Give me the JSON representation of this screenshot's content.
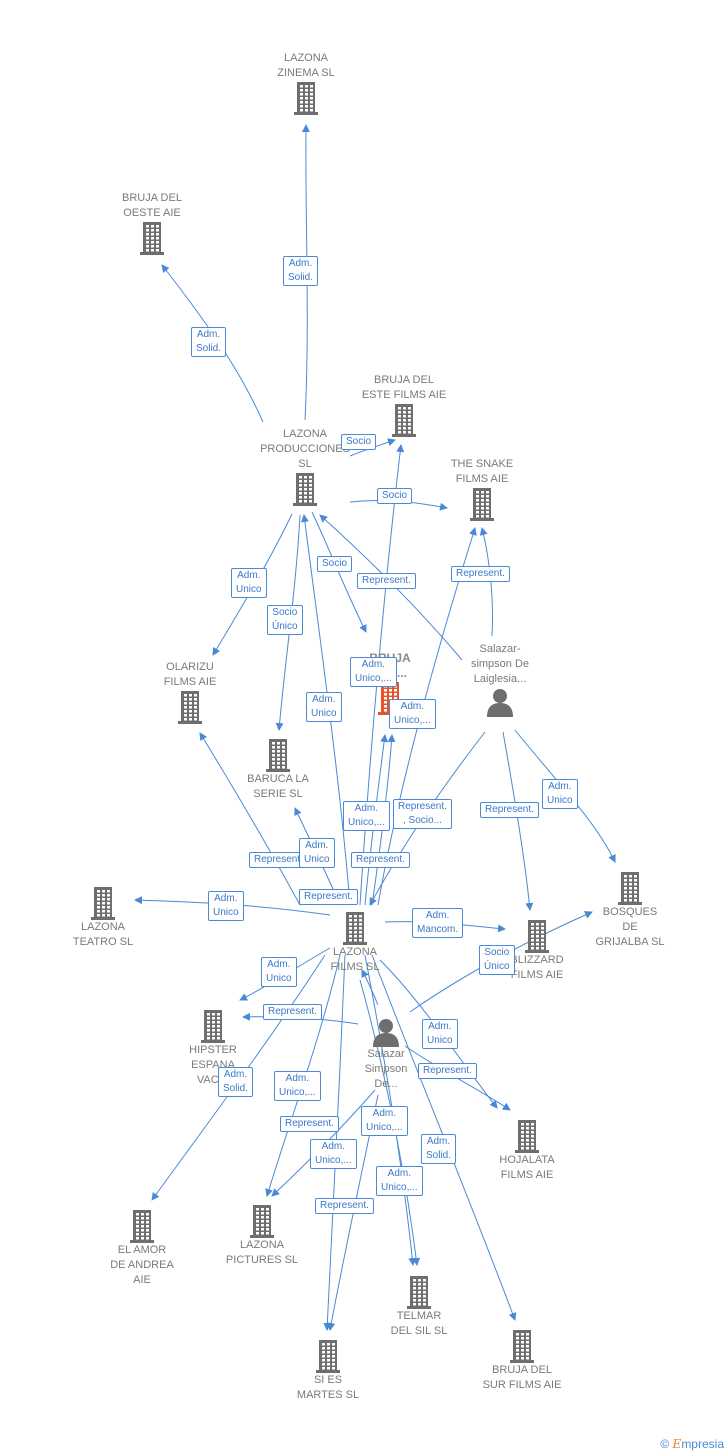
{
  "nodes": [
    {
      "id": "lazona_zinema",
      "lines": [
        "LAZONA",
        "ZINEMA  SL"
      ],
      "type": "company",
      "label_pos": "above"
    },
    {
      "id": "bruja_oeste",
      "lines": [
        "BRUJA DEL",
        "OESTE  AIE"
      ],
      "type": "company",
      "label_pos": "above"
    },
    {
      "id": "bruja_este",
      "lines": [
        "BRUJA DEL",
        "ESTE FILMS AIE"
      ],
      "type": "company",
      "label_pos": "above"
    },
    {
      "id": "lazona_producciones",
      "lines": [
        "LAZONA",
        "PRODUCCIONES",
        "SL"
      ],
      "type": "company",
      "label_pos": "above"
    },
    {
      "id": "snake",
      "lines": [
        "THE SNAKE",
        "FILMS AIE"
      ],
      "type": "company",
      "label_pos": "above"
    },
    {
      "id": "bruja_del",
      "lines": [
        "BRUJA",
        "DEL..."
      ],
      "type": "center",
      "label_pos": "above"
    },
    {
      "id": "salazar_laiglesia",
      "lines": [
        "Salazar-",
        "simpson De",
        "Laiglesia..."
      ],
      "type": "person",
      "label_pos": "above"
    },
    {
      "id": "olarizu",
      "lines": [
        "OLARIZU",
        "FILMS  AIE"
      ],
      "type": "company",
      "label_pos": "above"
    },
    {
      "id": "baruca",
      "lines": [
        "BARUCA LA",
        "SERIE  SL"
      ],
      "type": "company",
      "label_pos": "below"
    },
    {
      "id": "bosques",
      "lines": [
        "BOSQUES",
        "DE",
        "GRIJALBA SL"
      ],
      "type": "company",
      "label_pos": "below"
    },
    {
      "id": "lazona_teatro",
      "lines": [
        "LAZONA",
        "TEATRO  SL"
      ],
      "type": "company",
      "label_pos": "below"
    },
    {
      "id": "lazona_films",
      "lines": [
        "LAZONA",
        "FILMS SL"
      ],
      "type": "company",
      "label_pos": "below"
    },
    {
      "id": "blizzard",
      "lines": [
        "BLIZZARD",
        "FILMS  AIE"
      ],
      "type": "company",
      "label_pos": "below"
    },
    {
      "id": "hipster",
      "lines": [
        "HIPSTER",
        "ESPANA",
        "VACIA"
      ],
      "type": "company",
      "label_pos": "below"
    },
    {
      "id": "salazar_simpson",
      "lines": [
        "Salazar",
        "Simpson",
        "De..."
      ],
      "type": "person",
      "label_pos": "below"
    },
    {
      "id": "hojalata",
      "lines": [
        "HOJALATA",
        "FILMS AIE"
      ],
      "type": "company",
      "label_pos": "below"
    },
    {
      "id": "el_amor",
      "lines": [
        "EL AMOR",
        "DE ANDREA",
        "AIE"
      ],
      "type": "company",
      "label_pos": "below"
    },
    {
      "id": "lazona_pictures",
      "lines": [
        "LAZONA",
        "PICTURES  SL"
      ],
      "type": "company",
      "label_pos": "below"
    },
    {
      "id": "telmar",
      "lines": [
        "TELMAR",
        "DEL SIL  SL"
      ],
      "type": "company",
      "label_pos": "below"
    },
    {
      "id": "si_es_martes",
      "lines": [
        "SI ES",
        "MARTES  SL"
      ],
      "type": "company",
      "label_pos": "below"
    },
    {
      "id": "bruja_sur",
      "lines": [
        "BRUJA DEL",
        "SUR FILMS  AIE"
      ],
      "type": "company",
      "label_pos": "below"
    }
  ],
  "edge_labels": [
    {
      "id": "l1",
      "text": "Adm.\nSolid."
    },
    {
      "id": "l2",
      "text": "Adm.\nSolid."
    },
    {
      "id": "l3",
      "text": "Socio"
    },
    {
      "id": "l4",
      "text": "Socio"
    },
    {
      "id": "l5",
      "text": "Socio"
    },
    {
      "id": "l6",
      "text": "Represent."
    },
    {
      "id": "l7",
      "text": "Represent."
    },
    {
      "id": "l8",
      "text": "Adm.\nUnico"
    },
    {
      "id": "l9",
      "text": "Socio\nÚnico"
    },
    {
      "id": "l10",
      "text": "Adm.\nUnico,..."
    },
    {
      "id": "l11",
      "text": "Adm.\nUnico"
    },
    {
      "id": "l12",
      "text": "Adm.\nUnico,..."
    },
    {
      "id": "l13",
      "text": "Adm.\nUnico,..."
    },
    {
      "id": "l14",
      "text": "Represent.\n, Socio..."
    },
    {
      "id": "l15",
      "text": "Adm.\nUnico"
    },
    {
      "id": "l16",
      "text": "Represent."
    },
    {
      "id": "l17",
      "text": "Represent."
    },
    {
      "id": "l18",
      "text": "Adm.\nUnico"
    },
    {
      "id": "l19",
      "text": "Represent."
    },
    {
      "id": "l20",
      "text": "Represent."
    },
    {
      "id": "l21",
      "text": "Adm.\nUnico"
    },
    {
      "id": "l22",
      "text": "Adm.\nMancom."
    },
    {
      "id": "l23",
      "text": "Socio\nÚnico"
    },
    {
      "id": "l24",
      "text": "Adm.\nUnico"
    },
    {
      "id": "l25",
      "text": "Represent."
    },
    {
      "id": "l26",
      "text": "Adm.\nUnico"
    },
    {
      "id": "l27",
      "text": "Adm.\nSolid."
    },
    {
      "id": "l28",
      "text": "Adm.\nUnico,..."
    },
    {
      "id": "l29",
      "text": "Represent."
    },
    {
      "id": "l30",
      "text": "Adm.\nUnico,..."
    },
    {
      "id": "l31",
      "text": "Adm.\nUnico,..."
    },
    {
      "id": "l32",
      "text": "Adm.\nSolid."
    },
    {
      "id": "l33",
      "text": "Adm.\nUnico,..."
    },
    {
      "id": "l34",
      "text": "Represent."
    },
    {
      "id": "l35",
      "text": "Represent."
    }
  ],
  "colors": {
    "edge": "#4a8ad4",
    "company": "#6e6e6e",
    "center": "#e8542a",
    "person": "#6e6e6e"
  },
  "footer": {
    "copyright": "©",
    "brand_initial": "E",
    "brand_rest": "mpresia"
  }
}
